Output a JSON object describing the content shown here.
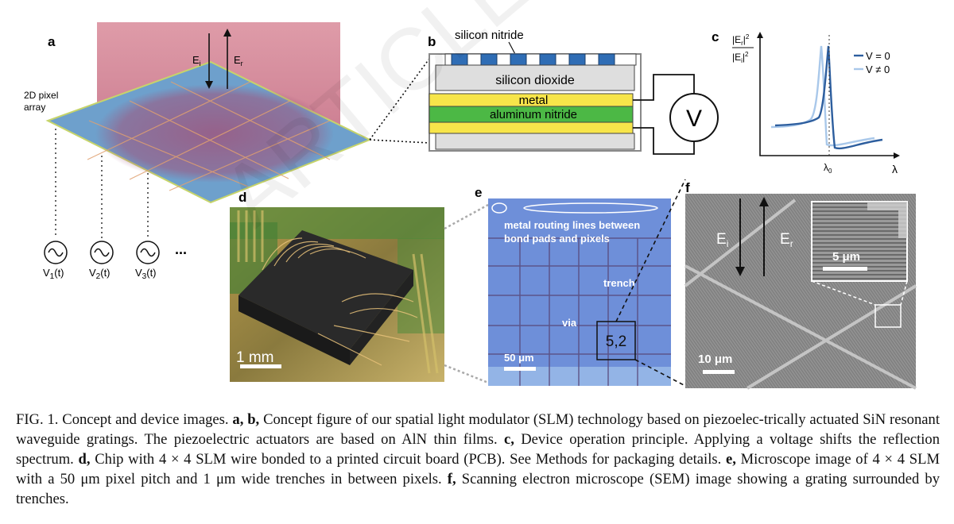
{
  "panels": {
    "a": {
      "letter": "a",
      "pixel_array_label_line1": "2D pixel",
      "pixel_array_label_line2": "array",
      "incident_field": "E",
      "incident_sub": "i",
      "reflected_field": "E",
      "reflected_sub": "r",
      "sources": [
        {
          "label": "V",
          "sub": "1",
          "arg": "(t)"
        },
        {
          "label": "V",
          "sub": "2",
          "arg": "(t)"
        },
        {
          "label": "V",
          "sub": "3",
          "arg": "(t)"
        }
      ],
      "ellipsis": "..."
    },
    "b": {
      "letter": "b",
      "layer_top": "silicon nitride",
      "layer_oxide": "silicon dioxide",
      "layer_metal": "metal",
      "layer_aln": "aluminum nitride",
      "voltage_symbol": "V"
    },
    "c": {
      "letter": "c",
      "ylabel_num": "|E",
      "ylabel_num_sub": "r",
      "ylabel_den": "|E",
      "ylabel_den_sub": "i",
      "xlabel": "λ",
      "resonance": "λ",
      "resonance_sub": "0",
      "legend": [
        "V = 0",
        "V ≠ 0"
      ],
      "colors": {
        "v0": "#2d5e9e",
        "v1": "#a9c8ea"
      }
    },
    "d": {
      "letter": "d",
      "scalebar": "1 mm"
    },
    "e": {
      "letter": "e",
      "annotation_routing_line1": "metal routing lines between",
      "annotation_routing_line2": "bond pads and pixels",
      "annotation_trench": "trench",
      "annotation_via": "via",
      "pixel_index": "5,2",
      "scalebar": "50 μm"
    },
    "f": {
      "letter": "f",
      "incident_field": "E",
      "incident_sub": "i",
      "reflected_field": "E",
      "reflected_sub": "r",
      "inset_scalebar": "5 μm",
      "scalebar": "10 μm"
    }
  },
  "caption": {
    "lead": "FIG. 1. Concept and device images. ",
    "ab_label": "a, b,",
    "ab_text": " Concept figure of our spatial light modulator (SLM) technology based on piezoelec-trically actuated SiN resonant waveguide gratings. The piezoelectric actuators are based on AlN thin films. ",
    "c_label": "c,",
    "c_text": " Device operation principle. Applying a voltage shifts the reflection spectrum. ",
    "d_label": "d,",
    "d_text": " Chip with 4 × 4 SLM wire bonded to a printed circuit board (PCB). See Methods for packaging details. ",
    "e_label": "e,",
    "e_text": " Microscope image of 4 × 4 SLM with a 50 μm pixel pitch and 1 μm wide trenches in between pixels. ",
    "f_label": "f,",
    "f_text": " Scanning electron microscope (SEM) image showing a grating surrounded by trenches."
  }
}
